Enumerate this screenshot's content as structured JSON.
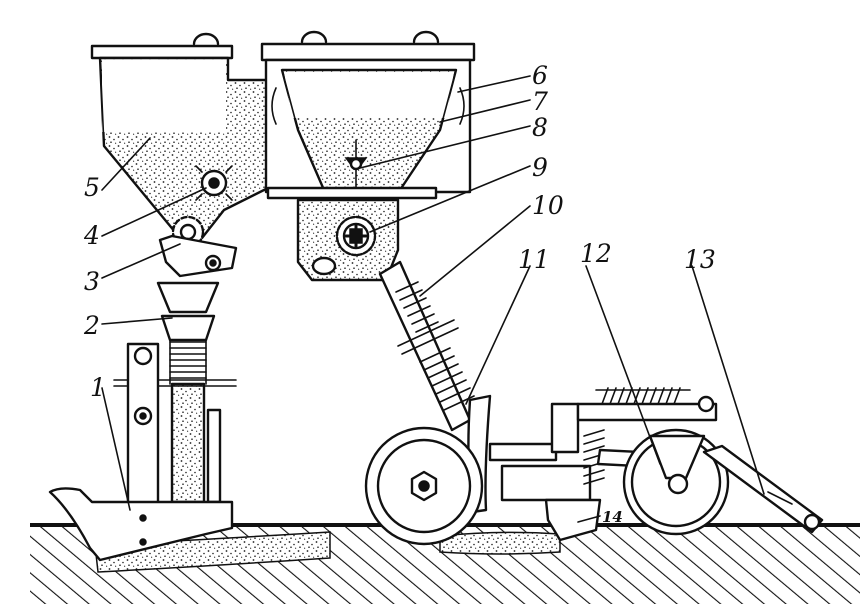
{
  "diagram": {
    "labels": [
      "1",
      "2",
      "3",
      "4",
      "5",
      "6",
      "7",
      "8",
      "9",
      "10",
      "11",
      "12",
      "13",
      "14"
    ]
  },
  "colors": {
    "ink": "#111111",
    "background": "#ffffff"
  }
}
